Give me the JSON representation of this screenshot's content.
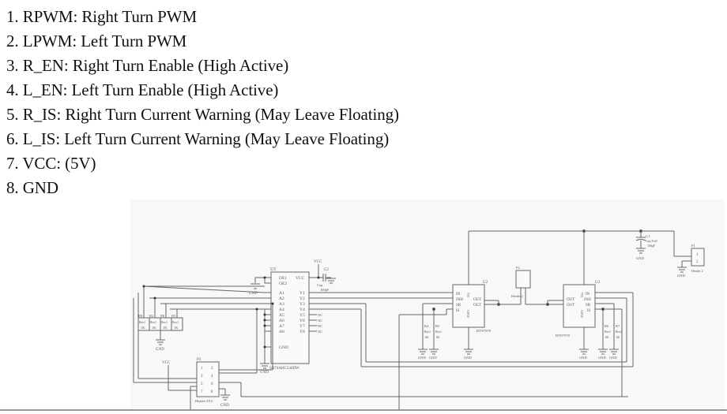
{
  "pin_list": [
    {
      "number": "1.",
      "text": "RPWM:  Right Turn PWM"
    },
    {
      "number": "2.",
      "text": "LPWM: Left Turn PWM"
    },
    {
      "number": "3.",
      "text": "R_EN: Right Turn Enable (High Active)"
    },
    {
      "number": "4.",
      "text": "L_EN: Left Turn Enable (High Active)"
    },
    {
      "number": "5.",
      "text": "R_IS: Right Turn Current Warning (May Leave Floating)"
    },
    {
      "number": "6.",
      "text": "L_IS: Left Turn Current Warning (May Leave Floating)"
    },
    {
      "number": "7.",
      "text": "VCC: (5V)"
    },
    {
      "number": "8.",
      "text": "GND"
    }
  ],
  "schematic": {
    "u1": {
      "ref": "U1",
      "part": "SN74AHC244DW",
      "left_pins": [
        "OE1",
        "OE2",
        "A1",
        "A2",
        "A3",
        "A4",
        "A5",
        "A6",
        "A7",
        "A8",
        "GND"
      ],
      "right_pins": [
        "VCC",
        "Y1",
        "Y2",
        "Y3",
        "Y4",
        "Y5",
        "Y6",
        "Y7",
        "Y8"
      ]
    },
    "u2": {
      "ref": "U2",
      "part": "BTN7970",
      "pins_left": [
        "IN",
        "INH",
        "SR",
        "IS"
      ],
      "pins_right": [
        "OUT",
        "OUT"
      ],
      "vs": "VS",
      "gnd": "GND"
    },
    "u3": {
      "ref": "U3",
      "part": "BTN7970",
      "pins_right": [
        "IN",
        "INH",
        "SR",
        "IS"
      ],
      "pins_left": [
        "OUT",
        "OUT"
      ],
      "vs": "VS",
      "gnd": "GND"
    },
    "p2": {
      "ref": "P2",
      "label": "Header 2"
    },
    "p1": {
      "ref": "P1",
      "label": "Header 2",
      "pins": [
        "1",
        "2"
      ]
    },
    "p3": {
      "ref": "P3",
      "label": "Header 4X2",
      "pins": [
        "1",
        "2",
        "3",
        "4",
        "5",
        "6",
        "7",
        "8"
      ]
    },
    "c1": {
      "ref": "C1",
      "part": "Cap Pol2",
      "value": "100pF"
    },
    "c2": {
      "ref": "C2",
      "part": "Cap",
      "value": "100pF"
    },
    "resistors_left": [
      {
        "ref": "R9",
        "type": "Res1",
        "value": "1K"
      },
      {
        "ref": "R2",
        "type": "Res1",
        "value": "1K"
      },
      {
        "ref": "R8",
        "type": "Res1",
        "value": "1K"
      },
      {
        "ref": "R3",
        "type": "Res1",
        "value": "1K"
      }
    ],
    "resistors_u2": [
      {
        "ref": "R4",
        "type": "Res1",
        "value": "1K"
      },
      {
        "ref": "R5",
        "type": "Res1",
        "value": "1K"
      }
    ],
    "resistors_u3": [
      {
        "ref": "R6",
        "type": "Res1",
        "value": "1K"
      },
      {
        "ref": "R7",
        "type": "Res1",
        "value": "1K"
      }
    ],
    "gnd_label": "GND",
    "vcc_label": "VCC",
    "nc_label": "NC"
  },
  "colors": {
    "wire": "#666666",
    "text": "#111111",
    "frame": "#f8f8f8"
  }
}
